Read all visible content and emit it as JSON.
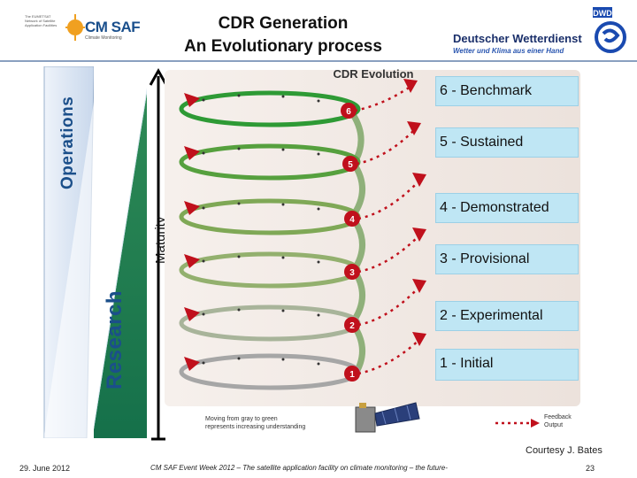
{
  "header": {
    "title_line1": "CDR Generation",
    "title_line2": "An Evolutionary process"
  },
  "logos": {
    "cmsaf_wordmark": "CM SAF",
    "cmsaf_tagline": "Climate Monitoring",
    "cmsaf_partner_text": "The EUMETSAT Network of Satellite Application Facilities",
    "dwd_badge": "DWD",
    "dwd_name": "Deutscher Wetterdienst",
    "dwd_slogan": "Wetter und Klima aus einer Hand"
  },
  "axis_labels": {
    "operations": "Operations",
    "research": "Research",
    "maturity": "Maturity"
  },
  "diagram": {
    "title": "CDR Evolution",
    "note_line1": "Moving from gray to green",
    "note_line2": "represents increasing understanding",
    "feedback_line1": "Feedback",
    "feedback_line2": "Output",
    "loop_numbers": [
      "1",
      "2",
      "3",
      "4",
      "5",
      "6"
    ]
  },
  "levels": [
    {
      "id": 6,
      "label": "6 - Benchmark"
    },
    {
      "id": 5,
      "label": "5 - Sustained"
    },
    {
      "id": 4,
      "label": "4 - Demonstrated"
    },
    {
      "id": 3,
      "label": "3 - Provisional"
    },
    {
      "id": 2,
      "label": "2 - Experimental"
    },
    {
      "id": 1,
      "label": "1 - Initial"
    }
  ],
  "footer": {
    "courtesy": "Courtesy J. Bates",
    "date": "29. June 2012",
    "event": "CM SAF Event Week 2012 – The satellite application facility on climate monitoring – the future-",
    "page": "23"
  },
  "colors": {
    "operations_blue": "#1b4f8a",
    "research_green": "#1d8a5a",
    "level_box": "#bfe6f4",
    "loop_gray": "#9a9a9a",
    "loop_green": "#2e9a35",
    "feedback_red": "#c0101c"
  }
}
